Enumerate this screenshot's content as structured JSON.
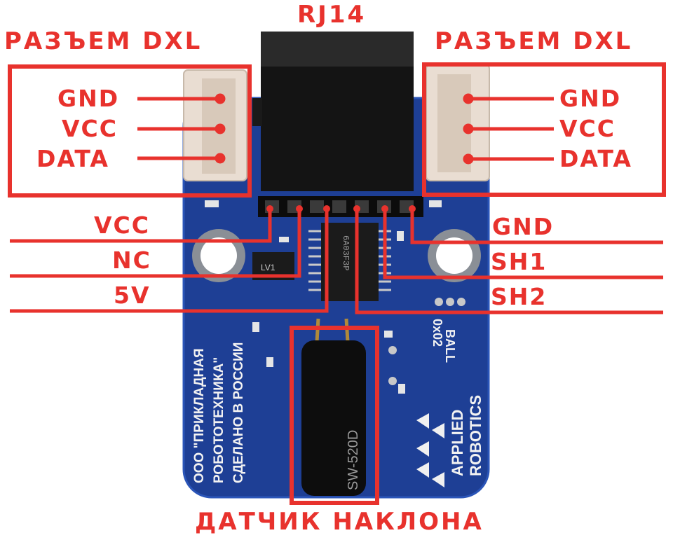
{
  "labels": {
    "rj14": "RJ14",
    "left_connector_title": "РАЗЪЕМ DXL",
    "right_connector_title": "РАЗЪЕМ DXL",
    "connector_pins": [
      "GND",
      "VCC",
      "DATA"
    ],
    "left_header_pins": [
      "VCC",
      "NC",
      "5V"
    ],
    "right_header_pins": [
      "GND",
      "SH1",
      "SH2"
    ],
    "sensor_title": "ДАТЧИК НАКЛОНА"
  },
  "board_text": {
    "company_line1": "ООО \"ПРИКЛАДНАЯ",
    "company_line2": "РОБОТОТЕХНИКА\"",
    "company_line3": "СДЕЛАНО В РОССИИ",
    "brand_line1": "APPLIED",
    "brand_line2": "ROBOTICS",
    "sensor_model": "SW-520D",
    "addr_label": "0x02",
    "ball_label": "BALL",
    "ic_label": "LV1",
    "chip_label": "6A03F3P"
  },
  "colors": {
    "accent": "#e8322d",
    "pcb": "#1e3f95",
    "connector": "#e9ddd2",
    "jack": "#141414"
  }
}
